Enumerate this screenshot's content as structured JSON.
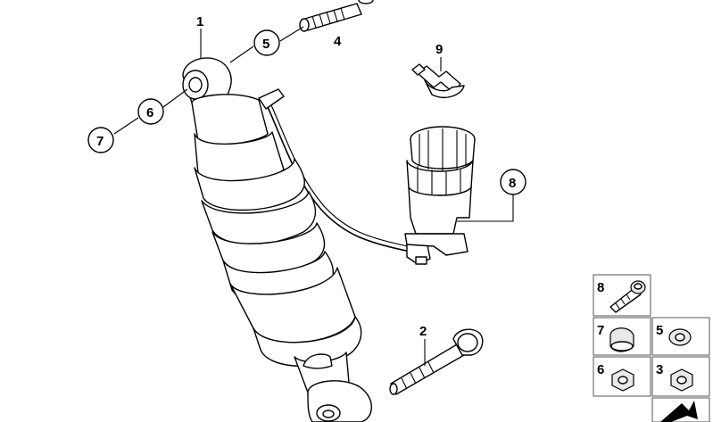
{
  "labels": {
    "l1": "1",
    "l2": "2",
    "l4": "4",
    "l9": "9",
    "c5": "5",
    "c6": "6",
    "c7": "7",
    "c8": "8"
  },
  "grid": {
    "g8": "8",
    "g7": "7",
    "g5": "5",
    "g6": "6",
    "g3": "3"
  }
}
